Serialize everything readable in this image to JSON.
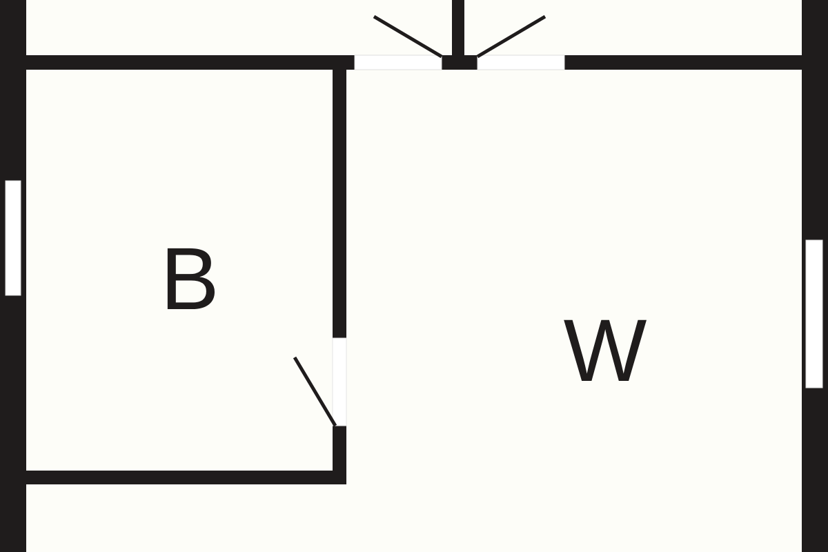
{
  "diagram": {
    "type": "floor-plan",
    "rooms": [
      {
        "id": "bedroom",
        "label": "B"
      },
      {
        "id": "main-room",
        "label": "W"
      }
    ],
    "colors": {
      "wall": "#1f1c1c",
      "background": "#fdfdf8",
      "opening": "#ffffff"
    }
  }
}
